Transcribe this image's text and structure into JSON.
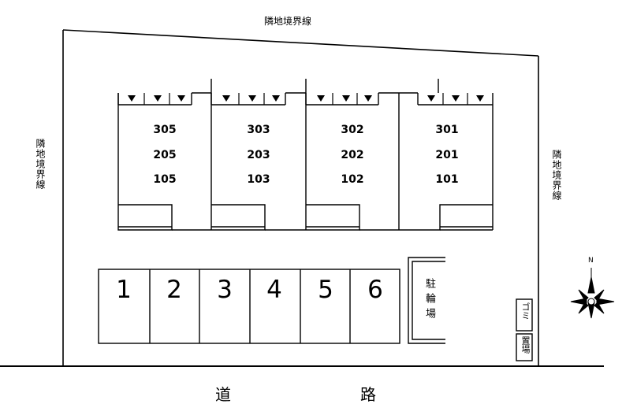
{
  "boundary_labels": {
    "top": "隣地境界線",
    "left": "隣地境界線",
    "right": "隣地境界線"
  },
  "buildings": [
    {
      "rooms": [
        "305",
        "205",
        "105"
      ]
    },
    {
      "rooms": [
        "303",
        "203",
        "103"
      ]
    },
    {
      "rooms": [
        "302",
        "202",
        "102"
      ]
    },
    {
      "rooms": [
        "301",
        "201",
        "101"
      ]
    }
  ],
  "parking": [
    "1",
    "2",
    "3",
    "4",
    "5",
    "6"
  ],
  "bike_parking": "駐輪場",
  "garbage": [
    "ゴミ",
    "置場"
  ],
  "road": [
    "道",
    "路"
  ],
  "compass": "N"
}
